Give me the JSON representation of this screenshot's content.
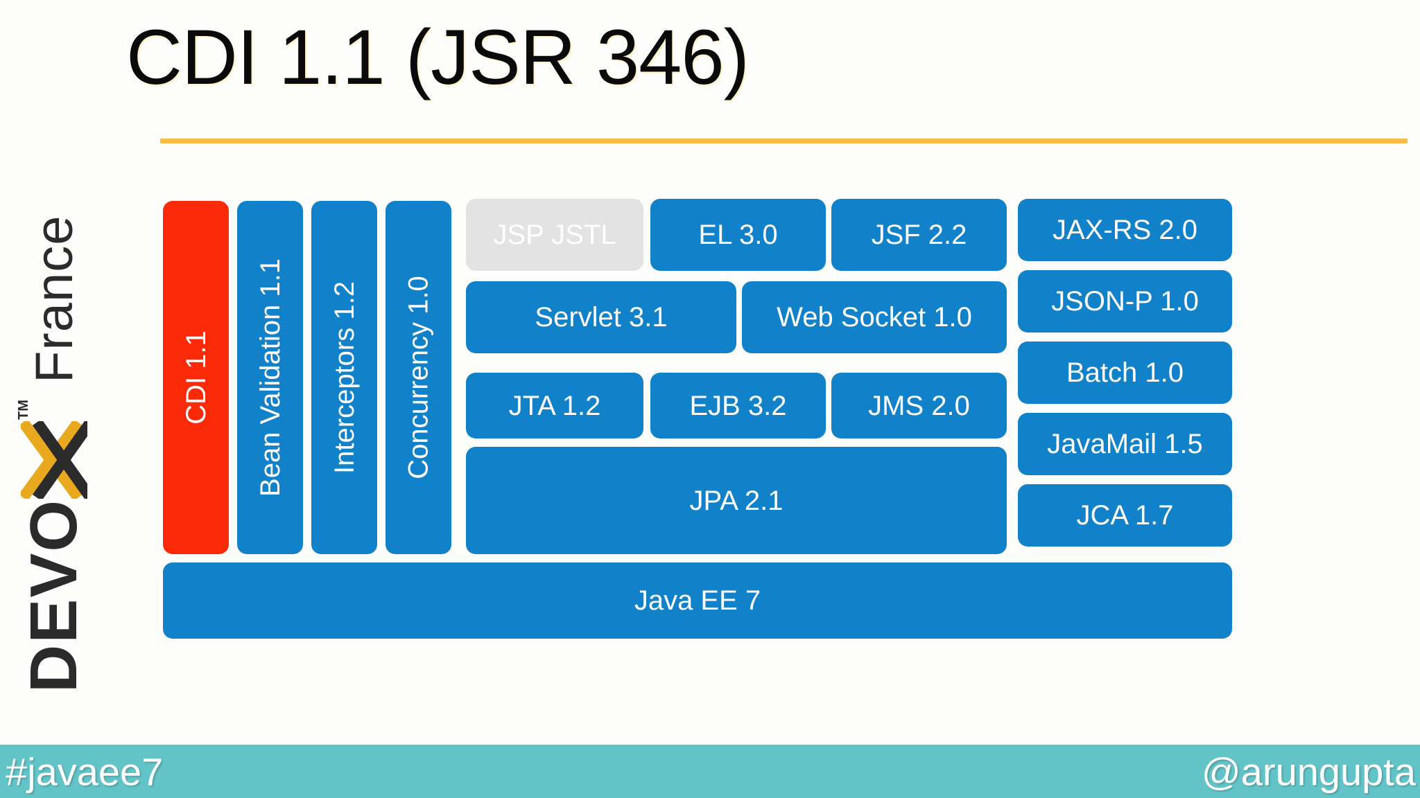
{
  "slide": {
    "title": "CDI 1.1 (JSR 346)",
    "background_color": "#fdfefc",
    "rule_color": "#fbba45"
  },
  "branding": {
    "logo_devoxx": "DEVO",
    "logo_xx": "XX",
    "logo_tm": "TM",
    "logo_france": "France"
  },
  "colors": {
    "blue": "#1181ca",
    "red": "#fb2a08",
    "muted_gray": "#e3e3e3",
    "teal": "#63c4c8",
    "orange": "#fbba45",
    "text_white": "#ffffff"
  },
  "diagram": {
    "vertical_column": [
      {
        "label": "CDI 1.1",
        "highlight": "red"
      },
      {
        "label": "Bean Validation 1.1",
        "highlight": "blue"
      },
      {
        "label": "Interceptors 1.2",
        "highlight": "blue"
      },
      {
        "label": "Concurrency 1.0",
        "highlight": "blue"
      }
    ],
    "row_web": [
      {
        "label": "JSP JSTL",
        "highlight": "muted"
      },
      {
        "label": "EL 3.0",
        "highlight": "blue"
      },
      {
        "label": "JSF 2.2",
        "highlight": "blue"
      }
    ],
    "row_servlet": [
      {
        "label": "Servlet 3.1",
        "highlight": "blue"
      },
      {
        "label": "Web Socket 1.0",
        "highlight": "blue"
      }
    ],
    "row_ejb": [
      {
        "label": "JTA 1.2",
        "highlight": "blue"
      },
      {
        "label": "EJB 3.2",
        "highlight": "blue"
      },
      {
        "label": "JMS 2.0",
        "highlight": "blue"
      }
    ],
    "row_jpa": [
      {
        "label": "JPA 2.1",
        "highlight": "blue"
      }
    ],
    "right_column": [
      {
        "label": "JAX-RS 2.0",
        "highlight": "blue"
      },
      {
        "label": "JSON-P 1.0",
        "highlight": "blue"
      },
      {
        "label": "Batch 1.0",
        "highlight": "blue"
      },
      {
        "label": "JavaMail 1.5",
        "highlight": "blue"
      },
      {
        "label": "JCA 1.7",
        "highlight": "blue"
      }
    ],
    "platform_bar": {
      "label": "Java EE 7",
      "highlight": "blue"
    }
  },
  "footer": {
    "hashtag": "#javaee7",
    "handle": "@arungupta"
  }
}
